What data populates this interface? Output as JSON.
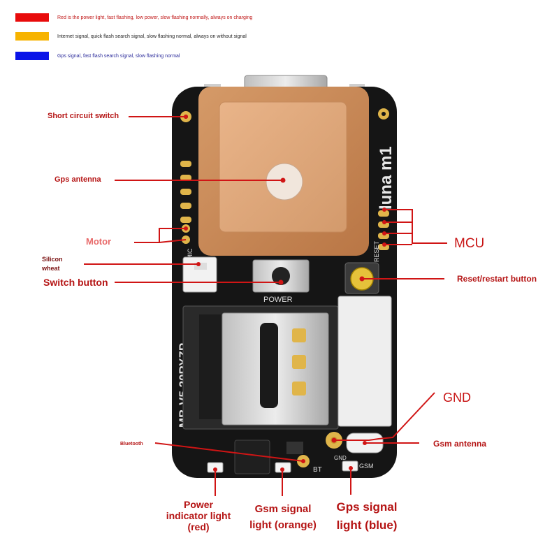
{
  "legend": [
    {
      "color": "#e80b0b",
      "text": "Red is the power light, fast flashing, low power, slow flashing normally, always on charging",
      "text_color": "#c01818"
    },
    {
      "color": "#f7b300",
      "text": "Internet signal, quick flash search signal, slow flashing normal, always on without signal",
      "text_color": "#222222"
    },
    {
      "color": "#0a14e8",
      "text": "Gps signal, fast flash search signal, slow flashing normal",
      "text_color": "#2a2a9a"
    }
  ],
  "labels": {
    "short_circuit_switch": "Short circuit switch",
    "gps_antenna": "Gps antenna",
    "motor": "Motor",
    "silicon_wheat_1": "Silicon",
    "silicon_wheat_2": "wheat",
    "switch_button": "Switch button",
    "mcu": "MCU",
    "reset_button": "Reset/restart button",
    "gnd": "GND",
    "gsm_antenna": "Gsm antenna",
    "bluetooth": "Bluetooth",
    "power_light_1": "Power",
    "power_light_2": "indicator light",
    "power_light_3": "(red)",
    "gsm_light_1": "Gsm signal",
    "gsm_light_2": "light (orange)",
    "gps_light_1": "Gps signal",
    "gps_light_2": "light (blue)"
  },
  "board_text": {
    "brand": "luna m1",
    "model": "MB-V5 20RYZP",
    "power": "POWER",
    "reset": "RESET",
    "mic": "MIC",
    "gsm": "GSM",
    "gnd": "GND",
    "bt": "BT"
  },
  "colors": {
    "annotation_line": "#d01515",
    "pcb": "#151515",
    "pad": "#e0b54a",
    "antenna": "#c98b5a"
  }
}
